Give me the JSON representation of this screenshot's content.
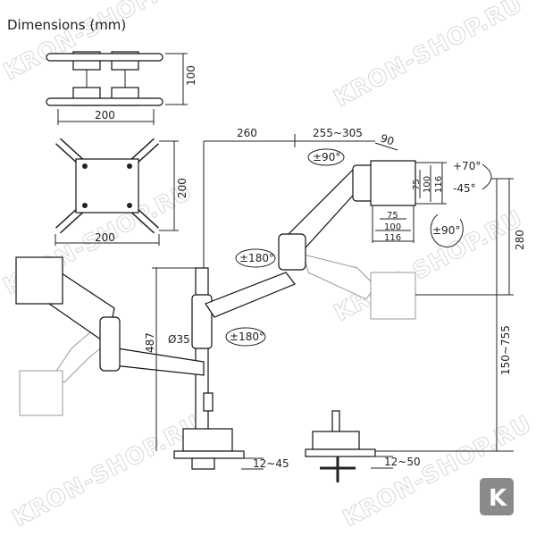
{
  "title": "Dimensions (mm)",
  "vesa_small": {
    "height": "100",
    "width": "200"
  },
  "vesa_large": {
    "height": "200",
    "width": "200"
  },
  "arm": {
    "reach_inner": "260",
    "reach_outer": "255~305",
    "plate_offset": "90",
    "swivel_top": "±90°",
    "tilt_up": "+70°",
    "tilt_down": "-45°",
    "vesa_v": [
      "75",
      "100",
      "116"
    ],
    "vesa_h": [
      "75",
      "100",
      "116"
    ],
    "rotation": "±90°",
    "elbow_swivel": "±180°",
    "base_swivel": "±180°",
    "pole_diameter": "Ø35",
    "pole_height": "487",
    "arm_drop": "280",
    "height_range": "150~755",
    "clamp_range": "12~45",
    "grommet_range": "12~50"
  },
  "watermark": "KRON-SHOP.RU",
  "logo_letter": "K",
  "colors": {
    "line": "#222222",
    "ghost": "#999999",
    "watermark": "#d8d8d8",
    "logo": "#8a8a8a"
  }
}
